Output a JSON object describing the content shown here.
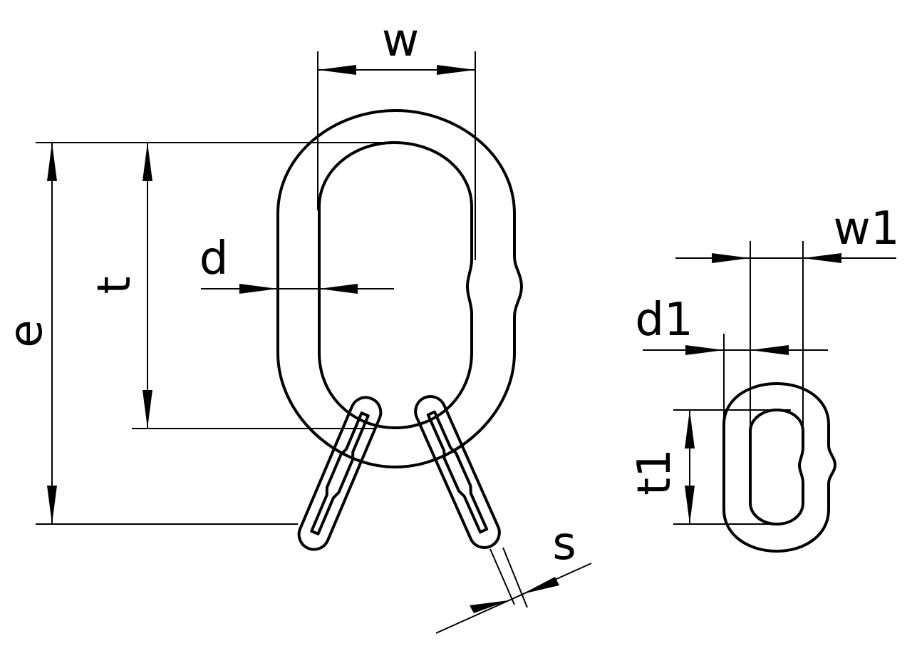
{
  "labels": {
    "w": "w",
    "e": "e",
    "t": "t",
    "d": "d",
    "s": "s",
    "w1": "w1",
    "d1": "d1",
    "t1": "t1"
  },
  "colors": {
    "line": "#000000",
    "background": "#ffffff"
  }
}
